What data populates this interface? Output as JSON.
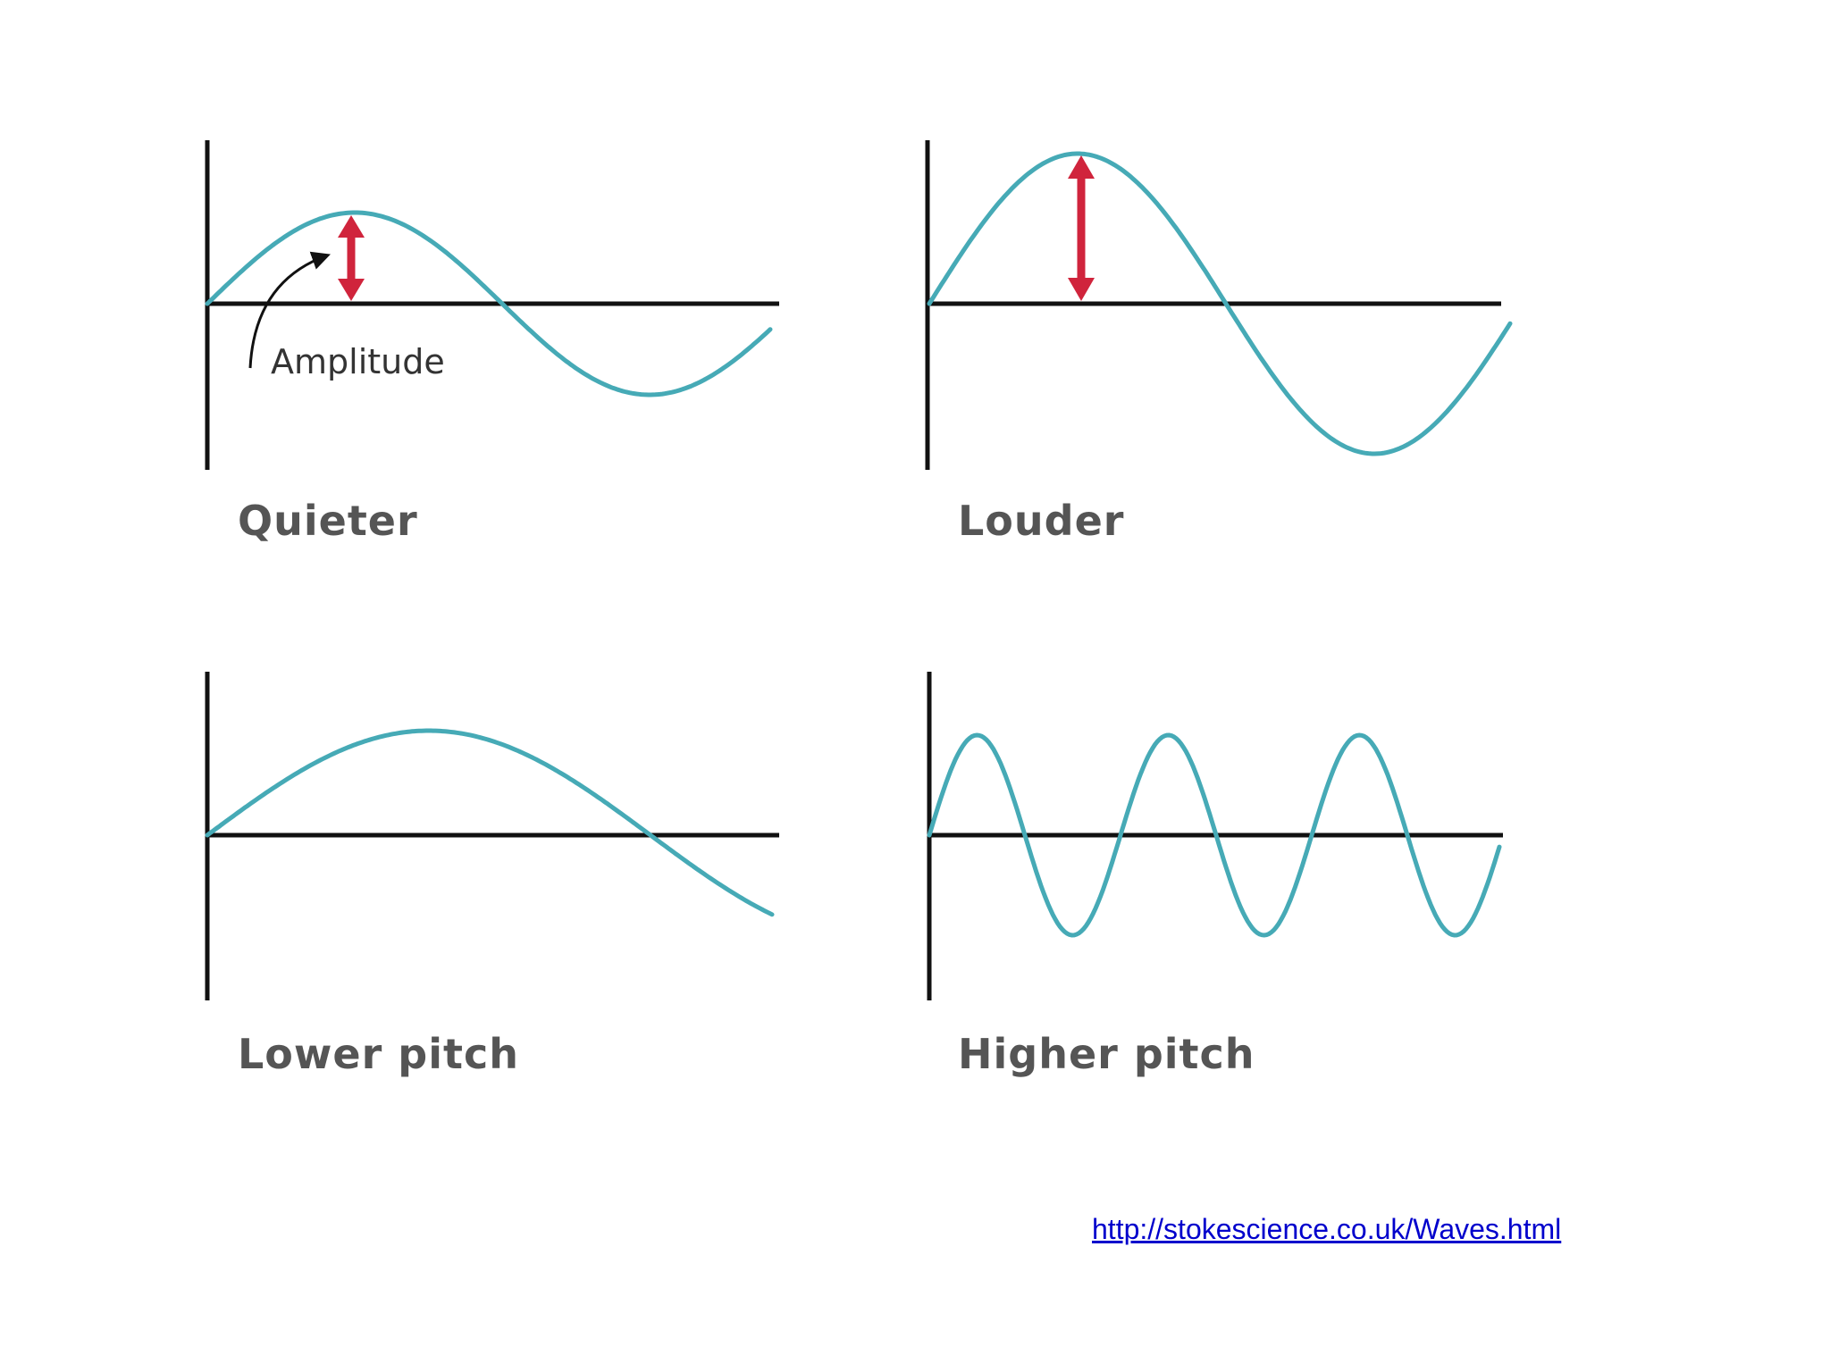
{
  "panels": {
    "quieter": {
      "label": "Quieter"
    },
    "louder": {
      "label": "Louder"
    },
    "lower_pitch": {
      "label": "Lower pitch"
    },
    "higher_pitch": {
      "label": "Higher pitch"
    }
  },
  "annotation": {
    "amplitude_label": "Amplitude"
  },
  "source": {
    "url_text": "http://stokescience.co.uk/Waves.html"
  },
  "colors": {
    "wave": "#46aab6",
    "axis": "#111111",
    "amplitude_arrow": "#d0243c",
    "label_text": "#555555",
    "link": "#0000cc"
  }
}
